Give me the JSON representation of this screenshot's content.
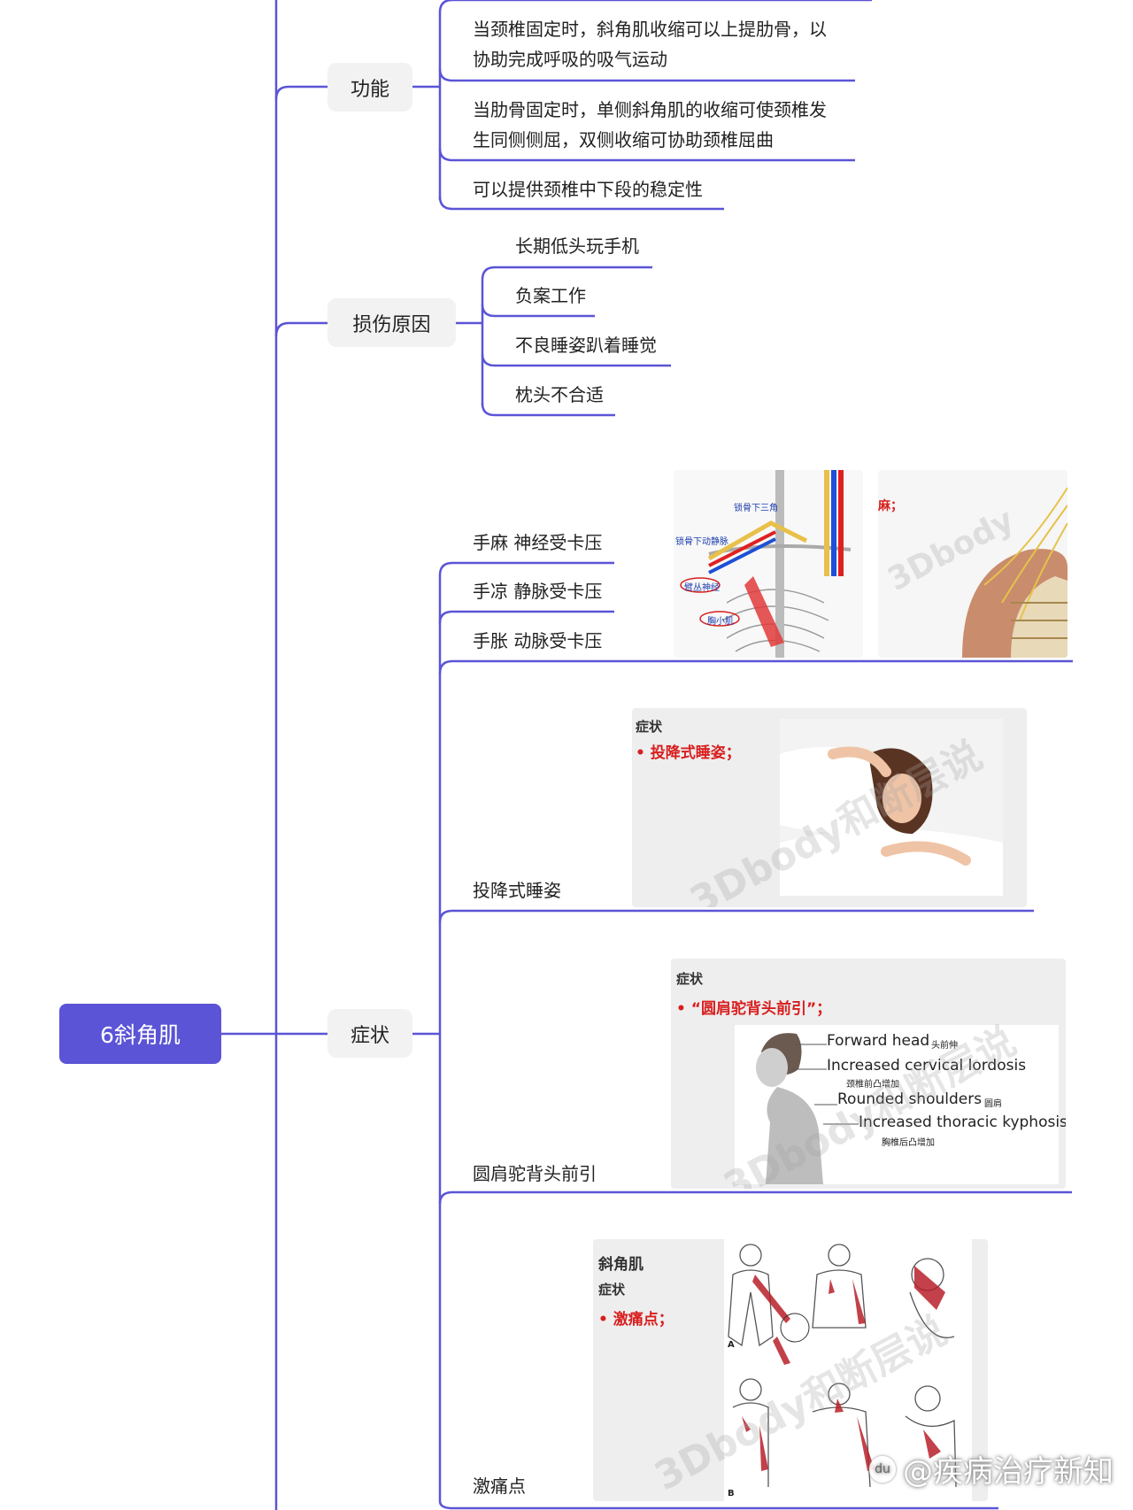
{
  "root": {
    "label": "6斜角肌"
  },
  "theme": {
    "line": "#5b54d6",
    "red": "#d81e1e"
  },
  "branches": {
    "function": {
      "label": "功能",
      "items": [
        "当颈椎固定时，斜角肌收缩可以上提肋骨，以协助完成呼吸的吸气运动",
        "当肋骨固定时，单侧斜角肌的收缩可使颈椎发生同侧侧屈，双侧收缩可协助颈椎屈曲",
        "可以提供颈椎中下段的稳定性"
      ],
      "lines": [
        [
          "当颈椎固定时，斜角肌收缩可以上提肋骨，以",
          "协助完成呼吸的吸气运动"
        ],
        [
          "当肋骨固定时，单侧斜角肌的收缩可使颈椎发",
          "生同侧侧屈，双侧收缩可协助颈椎屈曲"
        ],
        [
          "可以提供颈椎中下段的稳定性"
        ]
      ]
    },
    "causes": {
      "label": "损伤原因",
      "items": [
        "长期低头玩手机",
        "负案工作",
        "不良睡姿趴着睡觉",
        "枕头不合适"
      ]
    },
    "symptoms": {
      "label": "症状",
      "numb_items": [
        "手麻 神经受卡压",
        "手凉 静脉受卡压",
        "手胀 动脉受卡压"
      ],
      "anatomy_labels": {
        "triangle": "锁骨下三角",
        "vein": "锁骨下动静脉",
        "plexus": "臂丛神经",
        "pec": "胸小肌",
        "partial": "麻；"
      },
      "sleep": {
        "label": "投降式睡姿",
        "card_title": "症状",
        "card_point": "• 投降式睡姿；"
      },
      "posture": {
        "label": "圆肩驼背头前引",
        "card_title": "症状",
        "card_point": "•  “圆肩驼背头前引”；",
        "annotations": [
          {
            "en": "Forward head",
            "zh": "头前伸"
          },
          {
            "en": "Increased cervical lordosis",
            "zh": "颈椎前凸增加"
          },
          {
            "en": "Rounded shoulders",
            "zh": "圆肩"
          },
          {
            "en": "Increased thoracic kyphosis",
            "zh": "胸椎后凸增加"
          }
        ]
      },
      "trigger": {
        "label": "激痛点",
        "card_title": "斜角肌",
        "card_sub": "症状",
        "card_point": "• 激痛点；",
        "fig_a": "A",
        "fig_b": "B"
      }
    }
  },
  "watermarks": {
    "text": "3Dbody和断层说",
    "short": "3Dbody"
  },
  "corner_watermark": "@疾病治疗新知"
}
